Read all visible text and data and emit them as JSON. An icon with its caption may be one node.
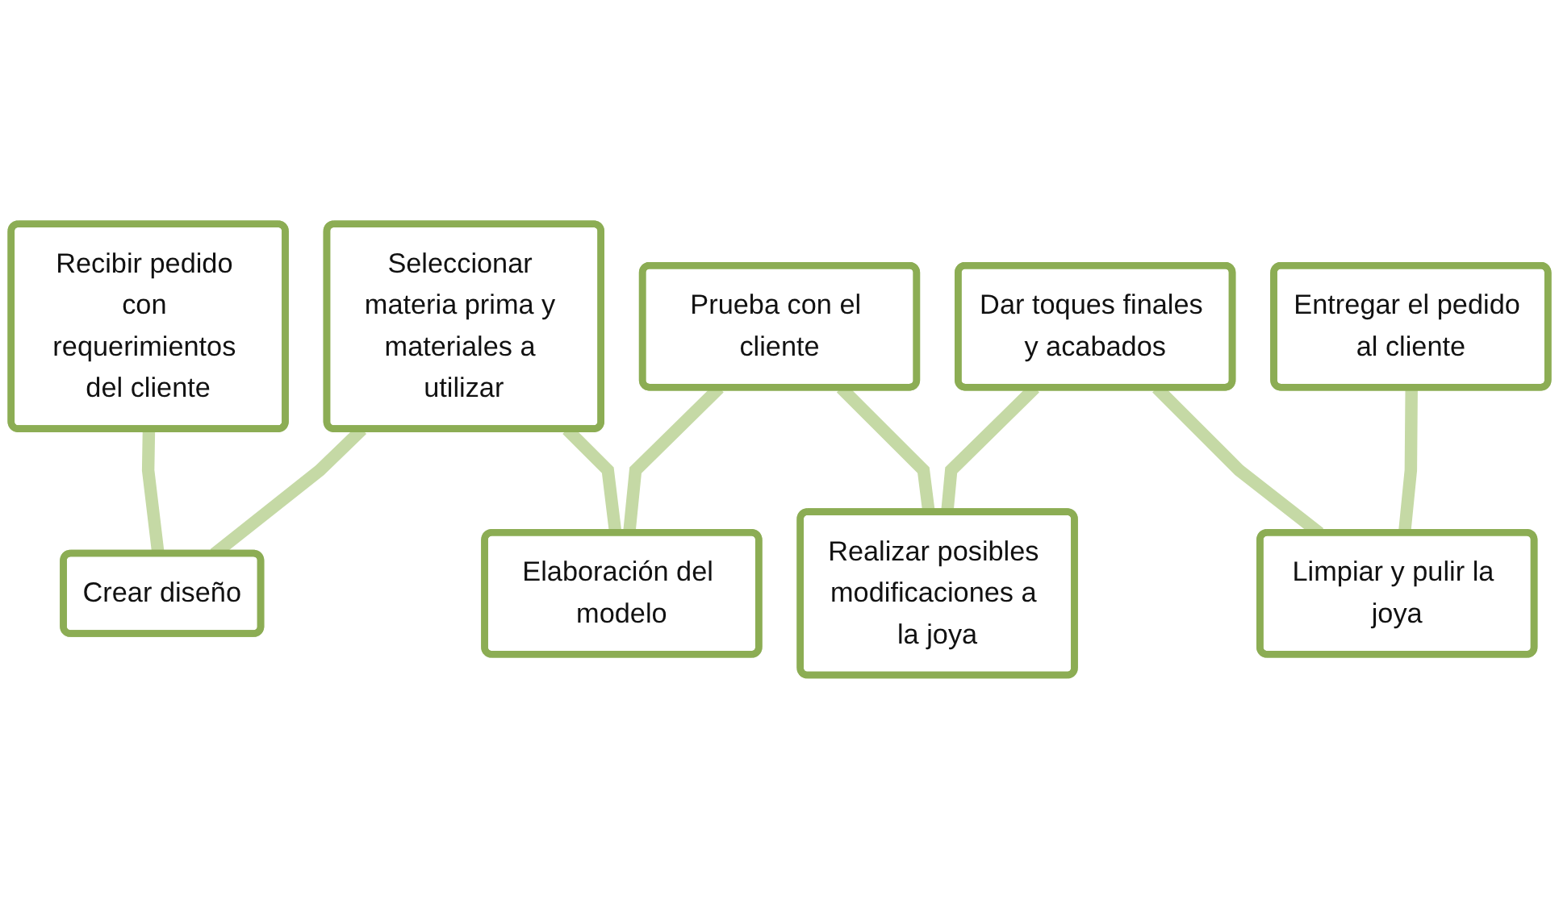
{
  "diagram": {
    "nodes": [
      {
        "text": [
          "Recibir pedido con requerimientos del cliente"
        ]
      },
      {
        "text": [
          "Crear diseño"
        ]
      },
      {
        "text": [
          "Seleccionar materia prima y materiales a utilizar"
        ]
      },
      {
        "text": [
          "Elaboración del modelo"
        ]
      },
      {
        "text": [
          "Prueba con el cliente"
        ]
      },
      {
        "text": [
          "Realizar posibles modificaciones a la joya"
        ]
      },
      {
        "text": [
          "Dar toques finales y acabados"
        ]
      },
      {
        "text": [
          "Limpiar y pulir la joya"
        ]
      },
      {
        "text": [
          "Entregar el pedido al cliente"
        ]
      }
    ],
    "edges": [
      {
        "from": 0,
        "to": 1,
        "arrow": "none"
      },
      {
        "from": 2,
        "to": 1,
        "arrow": "none"
      },
      {
        "from": 2,
        "to": 3,
        "arrow": "none"
      },
      {
        "from": 4,
        "to": 3,
        "arrow": "none"
      },
      {
        "from": 4,
        "to": 5,
        "arrow": "none"
      },
      {
        "from": 6,
        "to": 5,
        "arrow": "none"
      },
      {
        "from": 6,
        "to": 7,
        "arrow": "none"
      },
      {
        "from": 8,
        "to": 7,
        "arrow": "none"
      }
    ]
  }
}
